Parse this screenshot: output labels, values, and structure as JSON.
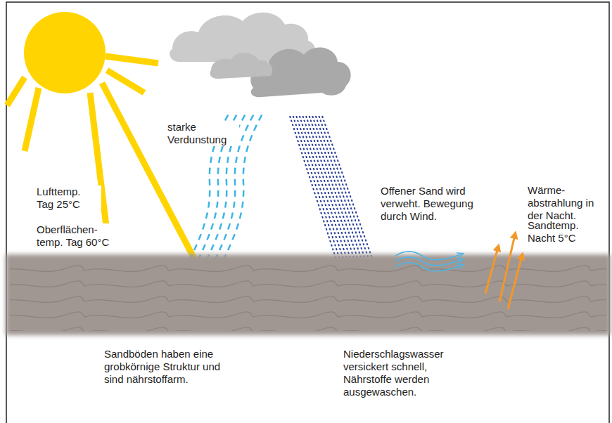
{
  "diagram": {
    "labels": [
      "starke Verdunstung",
      "Lufttemp. Tag 25°C",
      "Oberflächen- temp. Tag 60°C",
      "Offener Sand wird verweht. Bewegung durch Wind.",
      "Wärme- abstrahlung in der Nacht.",
      "Sandtemp. Nacht 5°C",
      "Sandböden haben eine grobkörnige Struktur und sind nährstoffarm.",
      "Niederschlagswasser versickert schnell, Nährstoffe werden ausgewaschen."
    ]
  }
}
